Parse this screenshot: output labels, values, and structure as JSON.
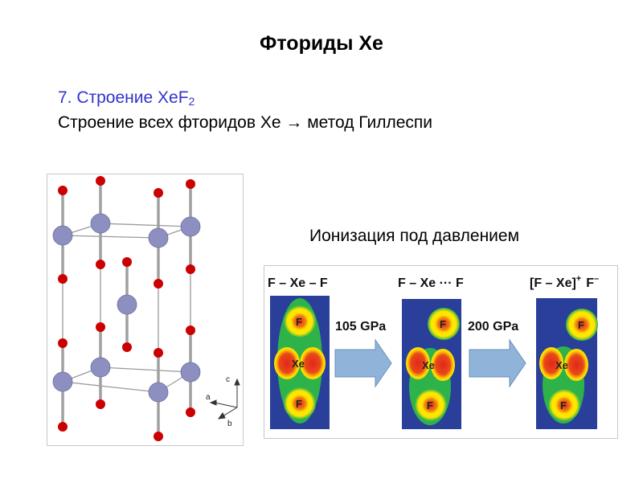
{
  "slide": {
    "title": "Фториды Xe",
    "line1_prefix": "7. Строение XeF",
    "line1_sub": "2",
    "line2": "Строение всех фторидов Xe → метод Гиллеспи",
    "subtitle": "Ионизация под давлением"
  },
  "crystal_figure": {
    "axes": {
      "c": "c",
      "a": "a",
      "b": "b"
    },
    "colors": {
      "xe": "#8c8fc0",
      "f": "#cc0000",
      "bond": "#9a9a9a"
    }
  },
  "ionization_figure": {
    "states": [
      {
        "formula": "F – Xe – F"
      },
      {
        "formula": "F – Xe ··· F"
      },
      {
        "formula_main": "[F – Xe]",
        "formula_sup": "+",
        "formula_anion": "F",
        "formula_anion_sup": "–"
      }
    ],
    "arrows": [
      {
        "label": "105 GPa"
      },
      {
        "label": "200 GPa"
      }
    ],
    "atoms": {
      "f": "F",
      "xe": "Xe"
    },
    "colors": {
      "panel": "#2a3f9a",
      "halo": "#2db34a",
      "ring": "#ffe600",
      "core": "#e3261c",
      "arrow": "#8fb3d9"
    }
  }
}
